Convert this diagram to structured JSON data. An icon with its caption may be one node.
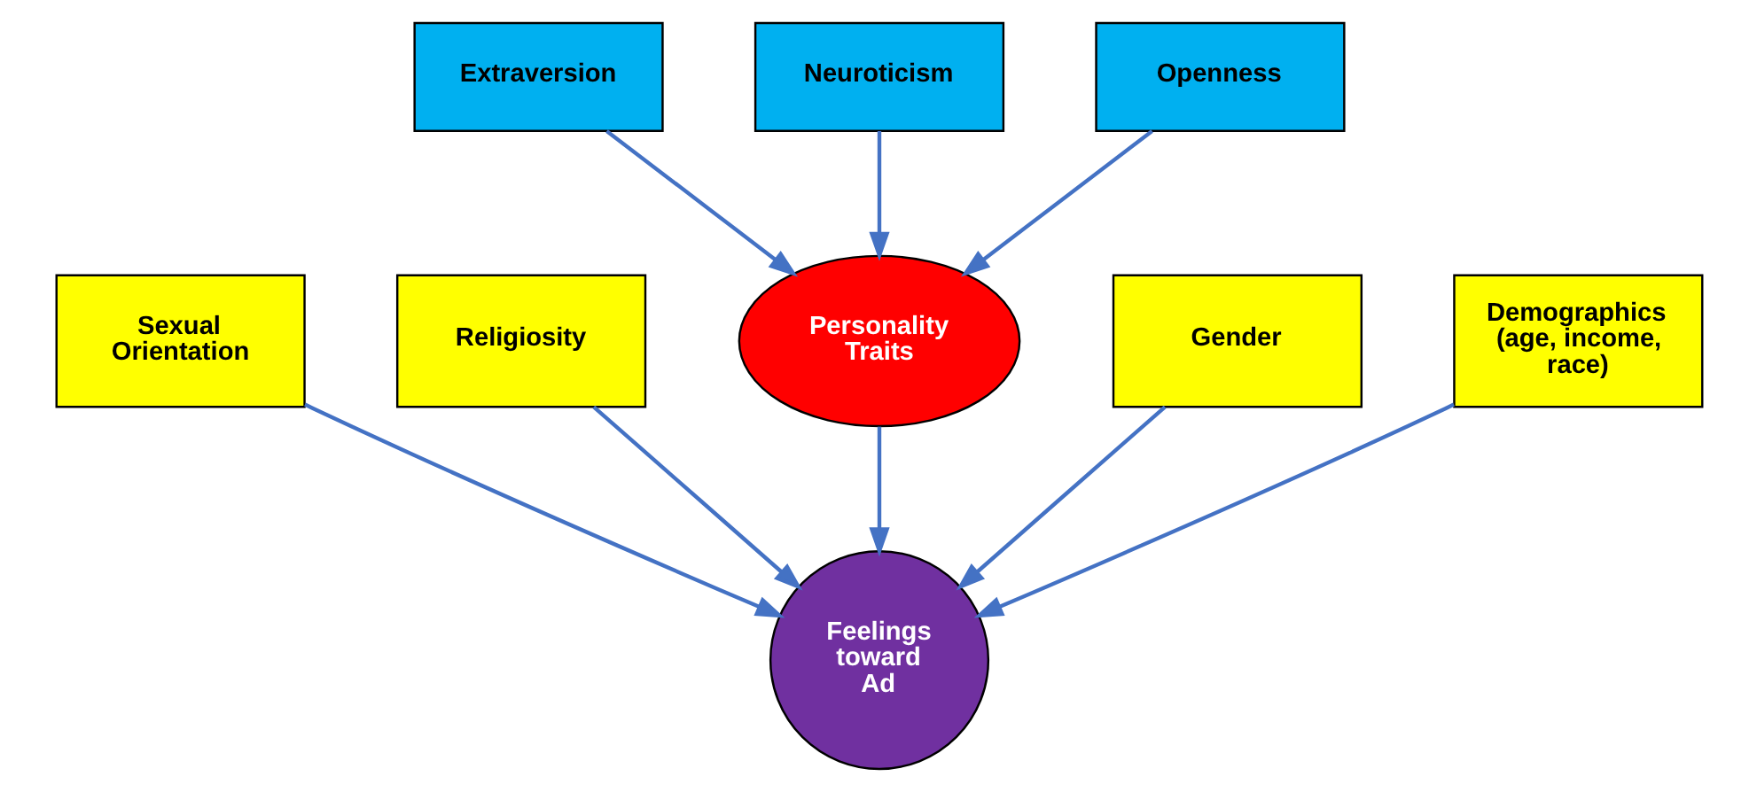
{
  "diagram": {
    "nodes": [
      {
        "text": [
          "Extraversion"
        ]
      },
      {
        "text": [
          "Neuroticism"
        ]
      },
      {
        "text": [
          "Openness"
        ]
      },
      {
        "text": [
          "Personality Traits"
        ]
      },
      {
        "text": [
          "Sexual Orientation"
        ]
      },
      {
        "text": [
          "Religiosity"
        ]
      },
      {
        "text": [
          "Gender"
        ]
      },
      {
        "text": [
          "Demographics (age, income, race)"
        ]
      },
      {
        "text": [
          "Feelings toward Ad"
        ]
      }
    ],
    "edges": [
      {
        "from": 0,
        "to": 3,
        "arrow": "to"
      },
      {
        "from": 1,
        "to": 3,
        "arrow": "to"
      },
      {
        "from": 2,
        "to": 3,
        "arrow": "to"
      },
      {
        "from": 4,
        "to": 8,
        "arrow": "to"
      },
      {
        "from": 5,
        "to": 8,
        "arrow": "to"
      },
      {
        "from": 3,
        "to": 8,
        "arrow": "to"
      },
      {
        "from": 6,
        "to": 8,
        "arrow": "to"
      },
      {
        "from": 7,
        "to": 8,
        "arrow": "to"
      }
    ]
  }
}
